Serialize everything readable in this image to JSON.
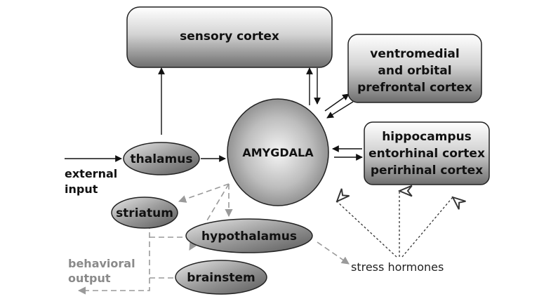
{
  "diagram": {
    "nodes": {
      "sensory_cortex": "sensory cortex",
      "prefrontal": [
        "ventromedial",
        "and orbital",
        "prefrontal cortex"
      ],
      "hippocampus": [
        "hippocampus",
        "entorhinal cortex",
        "perirhinal cortex"
      ],
      "amygdala": "AMYGDALA",
      "thalamus": "thalamus",
      "striatum": "striatum",
      "hypothalamus": "hypothalamus",
      "brainstem": "brainstem"
    },
    "labels": {
      "external_input": [
        "external",
        "input"
      ],
      "behavioral_output": [
        "behavioral",
        "output"
      ],
      "stress_hormones": "stress hormones"
    }
  }
}
